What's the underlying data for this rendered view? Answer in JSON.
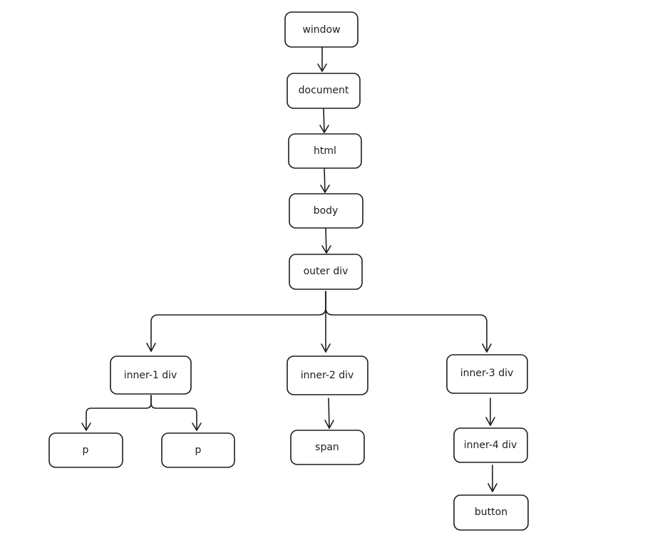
{
  "nodes": {
    "window": "window",
    "document": "document",
    "html": "html",
    "body": "body",
    "outer_div": "outer div",
    "inner1_div": "inner-1 div",
    "inner2_div": "inner-2 div",
    "inner3_div": "inner-3 div",
    "inner4_div": "inner-4 div",
    "p1": "p",
    "p2": "p",
    "span": "span",
    "button": "button"
  },
  "colors": {
    "stroke": "#1e1e1e",
    "fill": "#ffffff"
  }
}
